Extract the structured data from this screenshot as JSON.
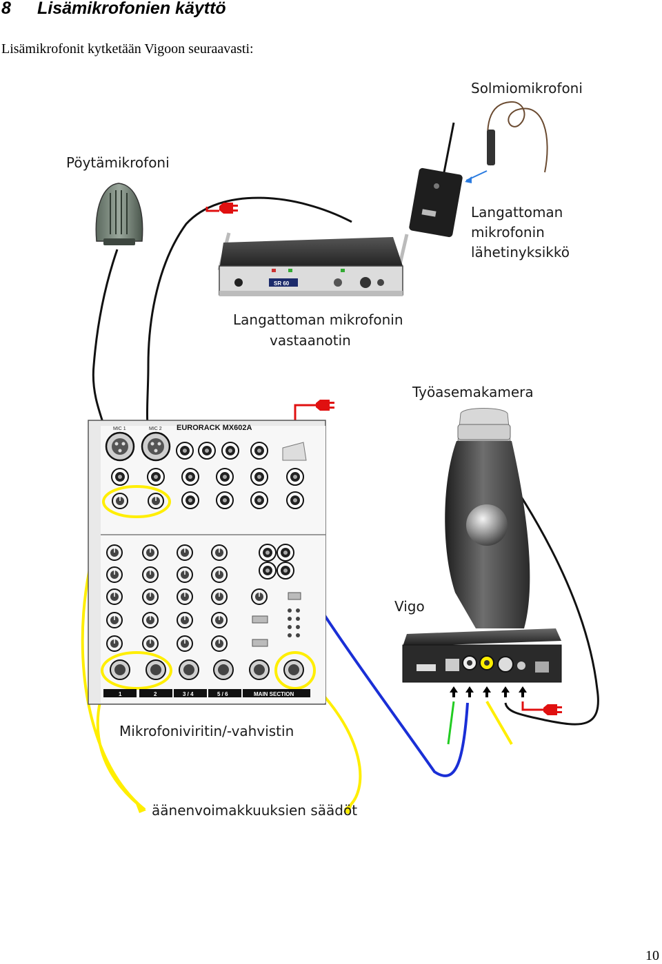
{
  "section": {
    "number": "8",
    "title": "Lisämikrofonien käyttö"
  },
  "intro_text": "Lisämikrofonit kytketään Vigoon seuraavasti:",
  "diagram": {
    "labels": {
      "lapel_mic": "Solmiomikrofoni",
      "table_mic": "Pöytämikrofoni",
      "transmitter_line1": "Langattoman",
      "transmitter_line2": "mikrofonin",
      "transmitter_line3": "lähetinyksikkö",
      "receiver_line1": "Langattoman mikrofonin",
      "receiver_line2": "vastaanotin",
      "camera": "Työasemakamera",
      "vigo": "Vigo",
      "mixer": "Mikrofoniviritin/-vahvistin",
      "volume_controls": "äänenvoimakkuuksien säädöt"
    },
    "device_text": {
      "mixer_brand": "EURORACK MX602A",
      "mic1": "MIC 1",
      "mic2": "MIC 2",
      "channel_1": "1",
      "channel_2": "2",
      "channel_34": "3 / 4",
      "channel_56": "5 / 6",
      "main_section": "MAIN SECTION",
      "receiver_model": "SR 60"
    },
    "colors": {
      "cable_black": "#111111",
      "cable_blue": "#1a2fd6",
      "cable_yellow": "#ffee00",
      "cable_green": "#22cc22",
      "power_red": "#e01010",
      "highlight_yellow": "#ffee00"
    }
  },
  "page_number": "10"
}
